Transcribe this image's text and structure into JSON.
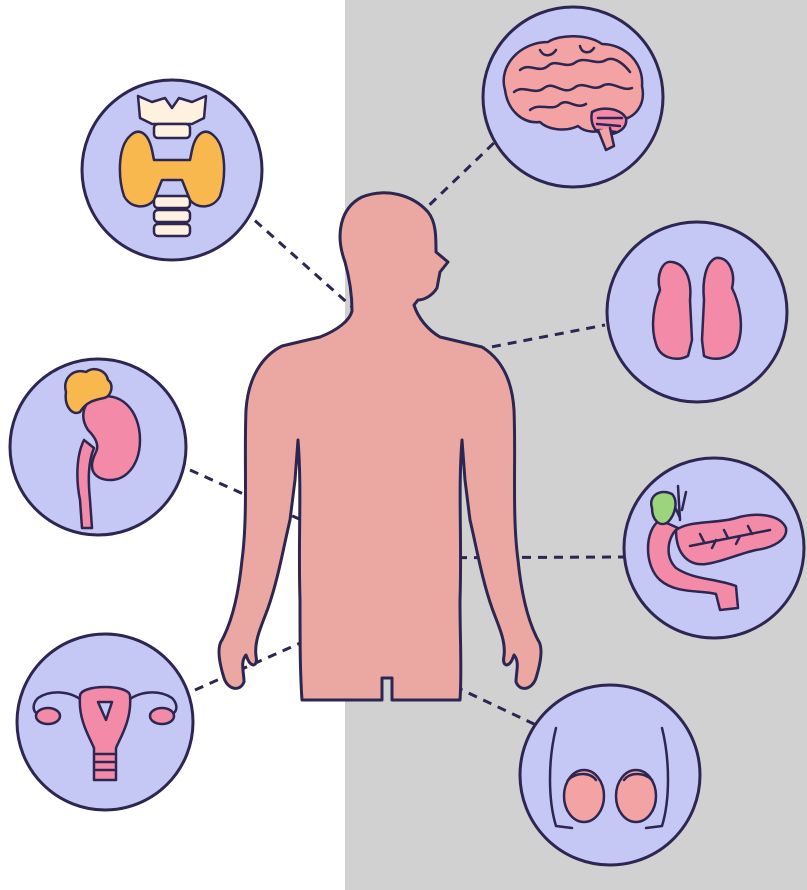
{
  "colors": {
    "background_left": "#ffffff",
    "background_right": "#d1d1d1",
    "outline": "#2c2650",
    "body_fill": "#eba8a2",
    "circle_fill": "#c5c8f4",
    "organ_pink": "#f38aa8",
    "organ_yellow": "#f8b84e",
    "organ_green": "#9cd47c",
    "cartilage": "#fff1e0"
  },
  "organs": [
    {
      "name": "thyroid",
      "icon": "thyroid-icon"
    },
    {
      "name": "brain",
      "icon": "brain-icon"
    },
    {
      "name": "thymus",
      "icon": "thymus-icon"
    },
    {
      "name": "kidney-adrenal",
      "icon": "kidney-adrenal-icon"
    },
    {
      "name": "pancreas",
      "icon": "pancreas-icon"
    },
    {
      "name": "uterus-ovaries",
      "icon": "uterus-icon"
    },
    {
      "name": "testes",
      "icon": "testes-icon"
    }
  ]
}
